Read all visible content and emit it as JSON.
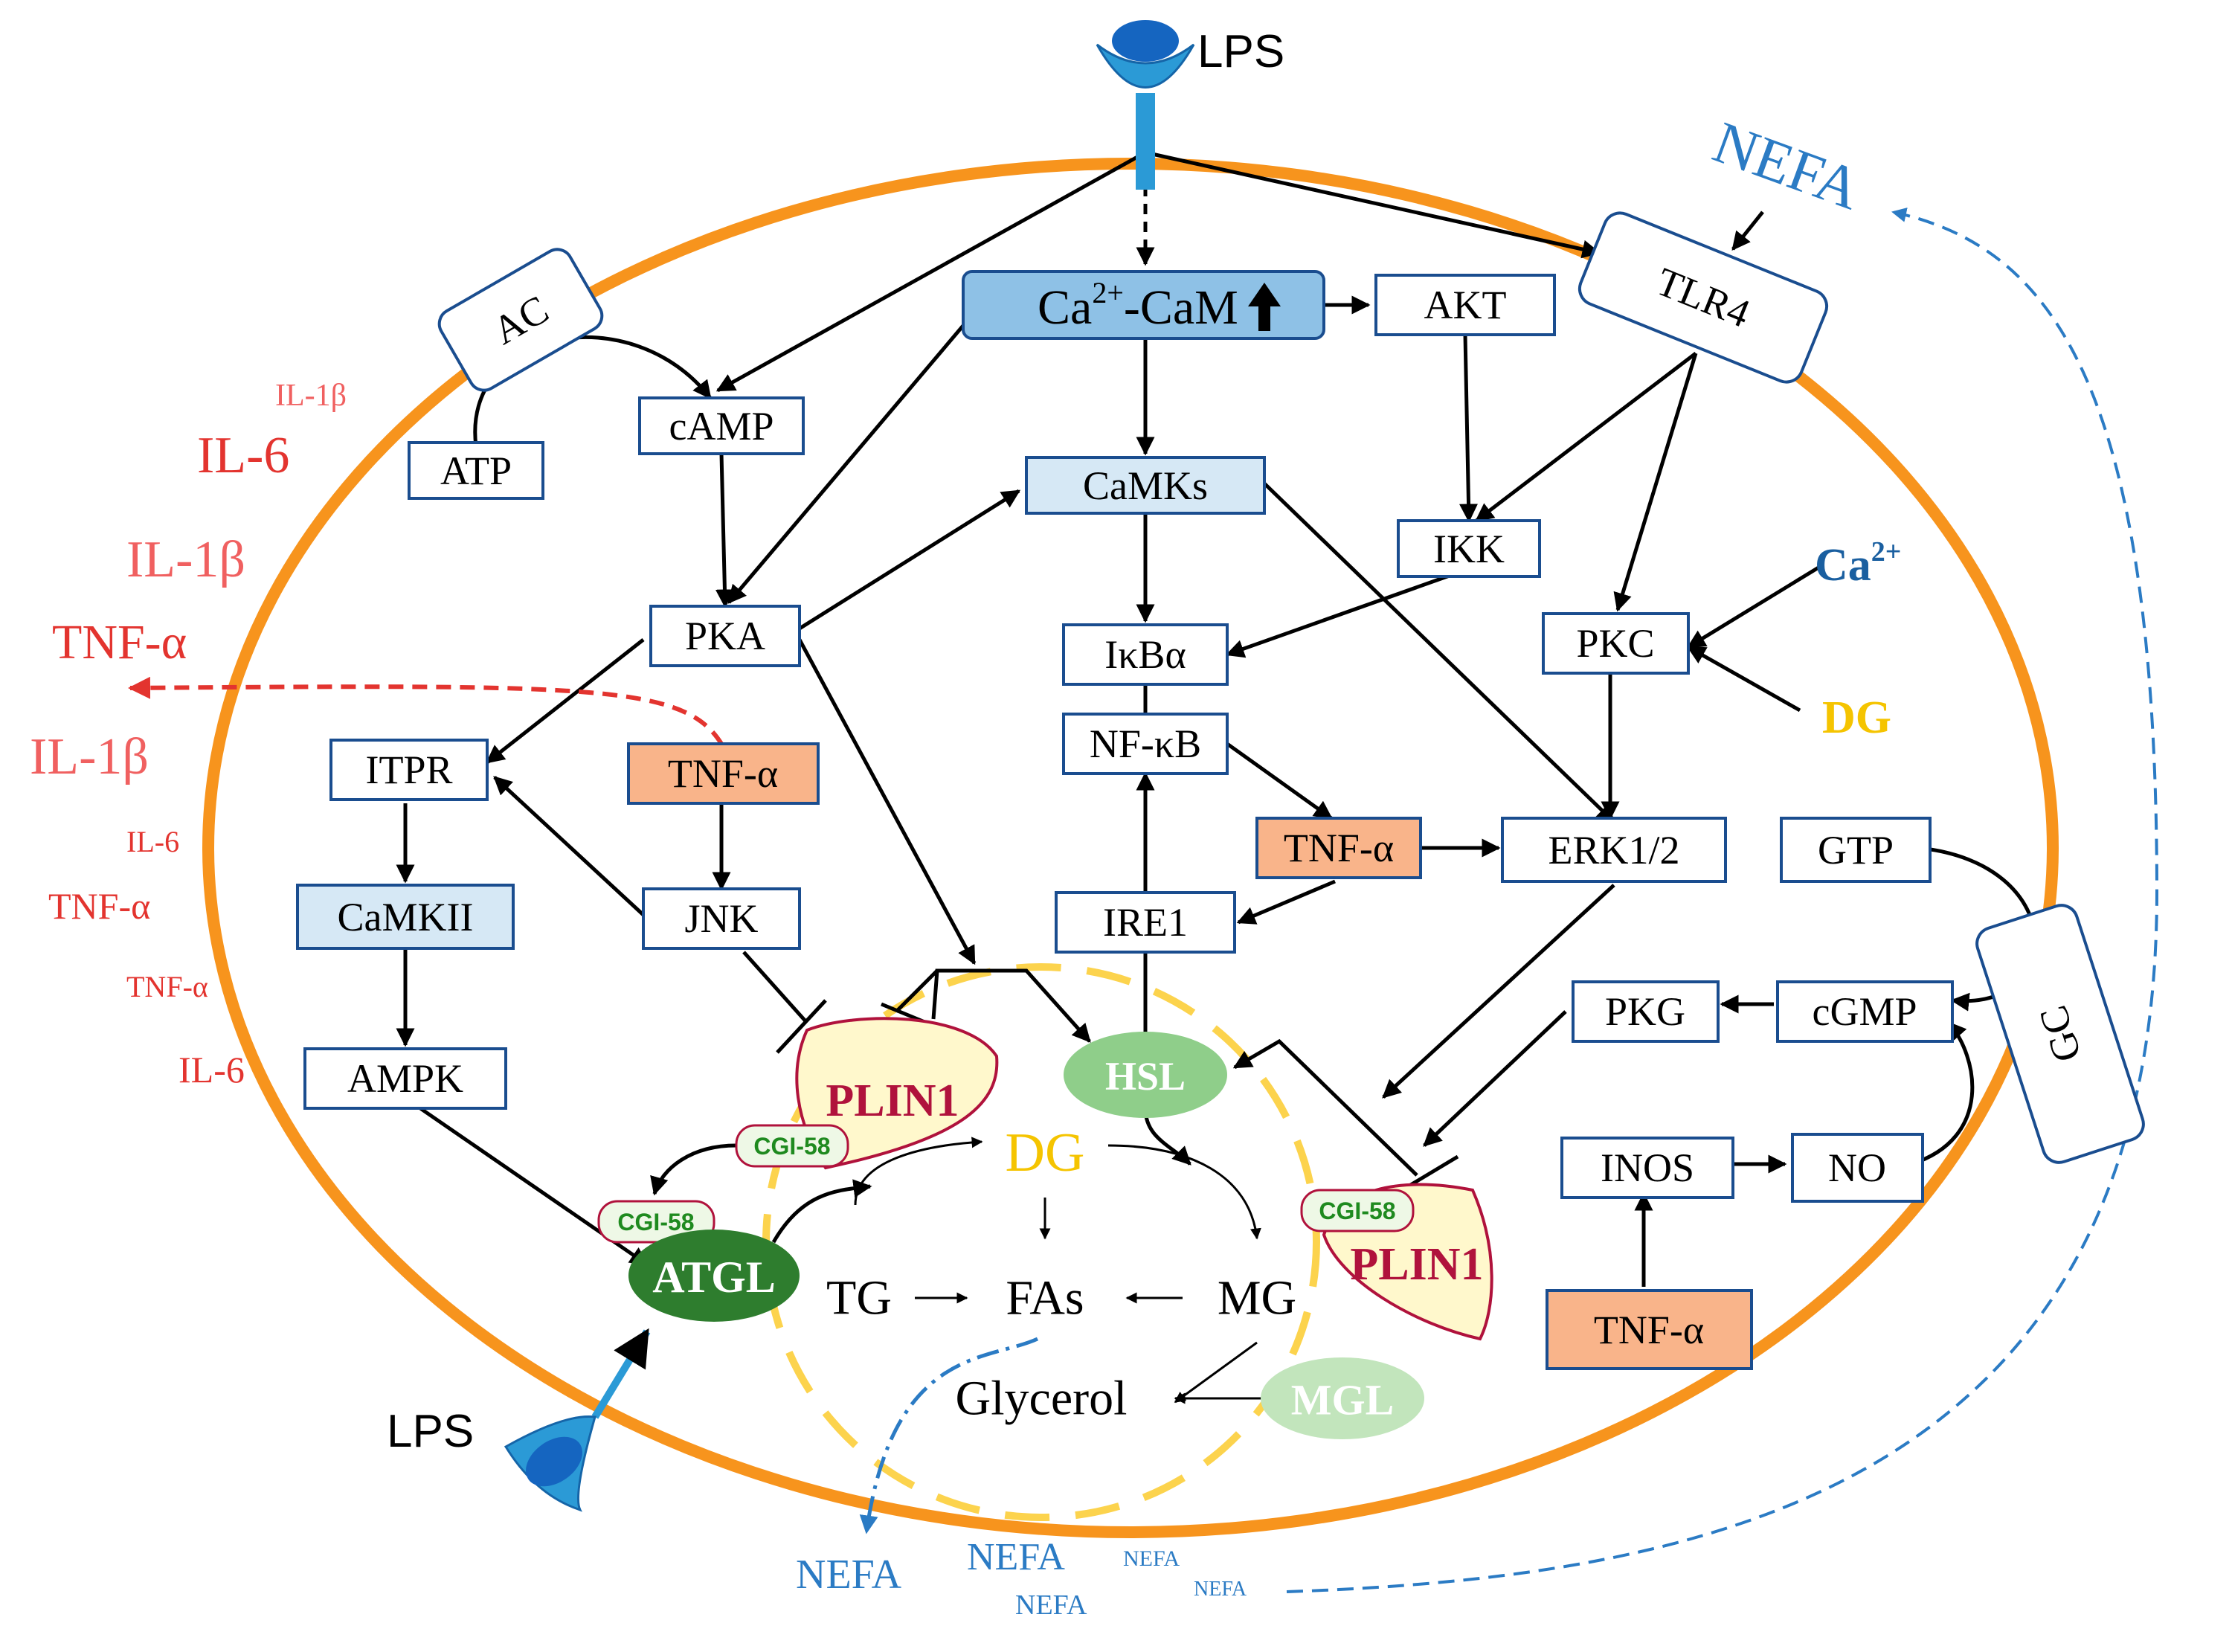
{
  "colors": {
    "cell_membrane": "#f7941d",
    "lipid_droplet": "#fcd34d",
    "box_border": "#1a4d8f",
    "box_light_blue": "#d6e8f5",
    "box_cam": "#8ec1e6",
    "box_tnf": "#f9b48a",
    "cytokine_red": "#e3342f",
    "cytokine_pink": "#f06060",
    "nefa_blue": "#2b7bc4",
    "ca_blue": "#1a5fa0",
    "dg_yellow": "#f5c400",
    "hsl_green": "#8fce8a",
    "atgl_green": "#2e7d2e",
    "plin1_fill": "#fff8cc",
    "plin1_text": "#b0123c",
    "cgi58_text": "#1f8a1f"
  },
  "icons": {
    "receptor_top": "receptor-icon",
    "receptor_bottom": "receptor-icon"
  },
  "labels": {
    "lps_top": "LPS",
    "lps_bottom": "LPS",
    "nefa_top_right": "NEFA",
    "tlr4": "TLR4",
    "ac": "AC",
    "gc": "GC",
    "ca_cam": "Ca",
    "ca_cam_sup": "2+",
    "ca_cam_rest": "-CaM",
    "ca_cam_up_arrow": "🡅",
    "akt": "AKT",
    "atp": "ATP",
    "camp": "cAMP",
    "camks": "CaMKs",
    "ikk": "IKK",
    "pka": "PKA",
    "ikba": "IκBα",
    "pkc": "PKC",
    "ca2_right": "Ca",
    "ca2_right_sup": "2+",
    "dg_right": "DG",
    "itpr": "ITPR",
    "tnf_left": "TNF-α",
    "nfkb": "NF-κB",
    "tnf_mid": "TNF-α",
    "erk": "ERK1/2",
    "gtp": "GTP",
    "camkii": "CaMKII",
    "jnk": "JNK",
    "ire1": "IRE1",
    "pkg": "PKG",
    "cgmp": "cGMP",
    "ampk": "AMPK",
    "hsl": "HSL",
    "plin1_left": "PLIN1",
    "plin1_right": "PLIN1",
    "cgi58_a": "CGI-58",
    "cgi58_b": "CGI-58",
    "cgi58_c": "CGI-58",
    "atgl": "ATGL",
    "dg_droplet": "DG",
    "tg": "TG",
    "fas": "FAs",
    "mg": "MG",
    "glycerol": "Glycerol",
    "mgl": "MGL",
    "inos": "INOS",
    "no": "NO",
    "tnf_bottom": "TNF-α",
    "nefa_bottom_1": "NEFA",
    "nefa_bottom_2": "NEFA",
    "nefa_bottom_3": "NEFA",
    "nefa_bottom_4": "NEFA",
    "nefa_bottom_5": "NEFA"
  },
  "cytokines": [
    {
      "text": "IL-1β",
      "color": "#f06060"
    },
    {
      "text": "IL-6",
      "color": "#e3342f"
    },
    {
      "text": "IL-1β",
      "color": "#f06060"
    },
    {
      "text": "TNF-α",
      "color": "#e3342f"
    },
    {
      "text": "IL-1β",
      "color": "#f06060"
    },
    {
      "text": "IL-6",
      "color": "#e3342f"
    },
    {
      "text": "TNF-α",
      "color": "#e3342f"
    },
    {
      "text": "TNF-α",
      "color": "#e3342f"
    },
    {
      "text": "IL-6",
      "color": "#e3342f"
    }
  ]
}
